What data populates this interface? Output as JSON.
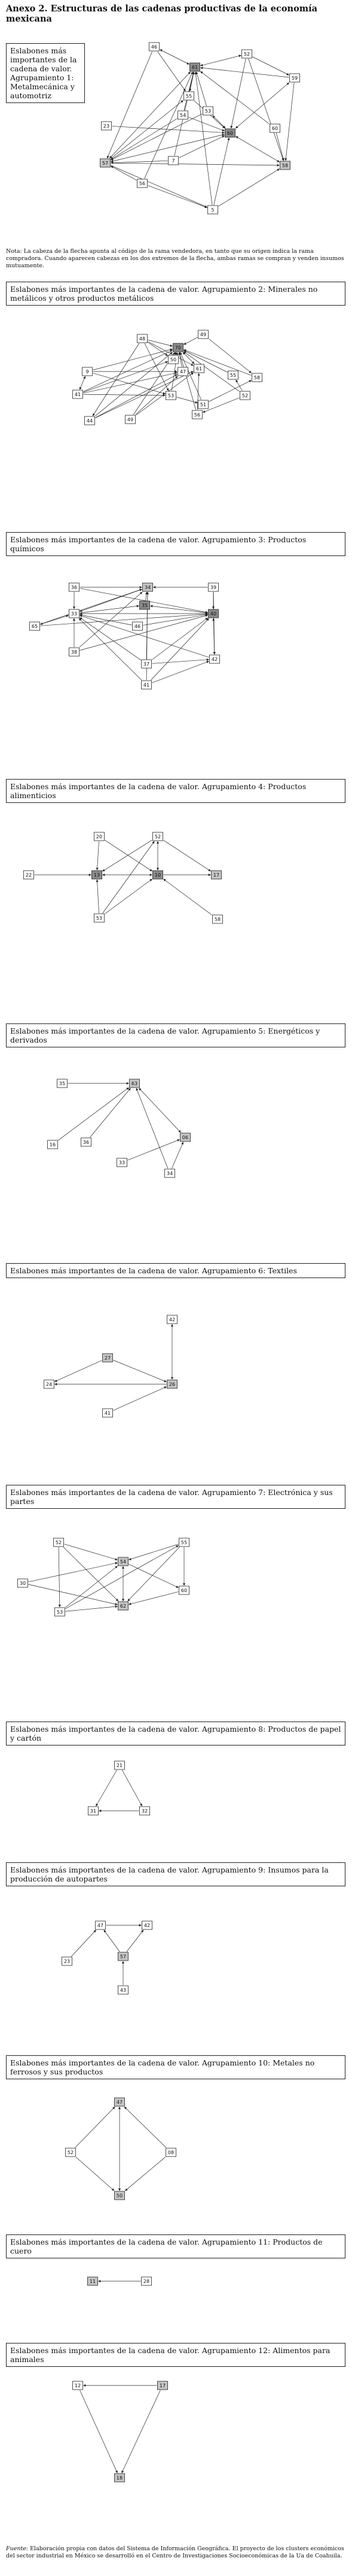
{
  "title": "Anexo 2. Estructuras de las cadenas productivas de la economía mexicana",
  "note": "Nota: La cabeza de la flecha apunta al código de la rama vendedora, en tanto que su origen indica la rama compradora. Cuando aparecen cabezas en los dos extremos de la flecha, ambas ramas se compran y venden insumos mutuamente.",
  "source_label": "Fuente:",
  "source": "Elaboración propia con datos del Sistema de Información Geográfica. El proyecto de los clusters económicos del sector industrial en México se desarrolló en el Centro de Investigaciones Socioeconómicas de la Ua de Coahuila.",
  "groups": [
    {
      "id": "g1",
      "label": "Eslabones más importantes de la cadena de valor. Agrupamiento 1: Metalmecánica y automotriz",
      "nodes": [
        {
          "id": "46",
          "label": "46",
          "shade": "white"
        },
        {
          "id": "61",
          "label": "61",
          "shade": "dark"
        },
        {
          "id": "52",
          "label": "52",
          "shade": "white"
        },
        {
          "id": "59",
          "label": "59",
          "shade": "white"
        },
        {
          "id": "55",
          "label": "55",
          "shade": "white"
        },
        {
          "id": "53",
          "label": "53",
          "shade": "white"
        },
        {
          "id": "54",
          "label": "54",
          "shade": "white"
        },
        {
          "id": "60",
          "label": "60",
          "shade": "white"
        },
        {
          "id": "23",
          "label": "23",
          "shade": "white"
        },
        {
          "id": "60b",
          "label": "60",
          "shade": "dark"
        },
        {
          "id": "57",
          "label": "57",
          "shade": "mid"
        },
        {
          "id": "7",
          "label": "7",
          "shade": "white"
        },
        {
          "id": "58",
          "label": "58",
          "shade": "mid"
        },
        {
          "id": "56",
          "label": "56",
          "shade": "white"
        },
        {
          "id": "5",
          "label": "5",
          "shade": "white"
        }
      ]
    },
    {
      "id": "g2",
      "label": "Eslabones más importantes de la cadena de valor. Agrupamiento 2: Minerales no metálicos y otros productos metálicos",
      "nodes": [
        {
          "id": "48",
          "label": "48",
          "shade": "white"
        },
        {
          "id": "49a",
          "label": "49",
          "shade": "white"
        },
        {
          "id": "50",
          "label": "50",
          "shade": "white"
        },
        {
          "id": "70",
          "label": "70",
          "shade": "dark"
        },
        {
          "id": "47",
          "label": "47",
          "shade": "white"
        },
        {
          "id": "61",
          "label": "61",
          "shade": "white"
        },
        {
          "id": "58",
          "label": "58",
          "shade": "white"
        },
        {
          "id": "55",
          "label": "55",
          "shade": "white"
        },
        {
          "id": "9",
          "label": "9",
          "shade": "white"
        },
        {
          "id": "41",
          "label": "41",
          "shade": "white"
        },
        {
          "id": "52",
          "label": "52",
          "shade": "white"
        },
        {
          "id": "44",
          "label": "44",
          "shade": "white"
        },
        {
          "id": "53",
          "label": "53",
          "shade": "white"
        },
        {
          "id": "49b",
          "label": "49",
          "shade": "white"
        },
        {
          "id": "51",
          "label": "51",
          "shade": "white"
        },
        {
          "id": "56",
          "label": "56",
          "shade": "white"
        }
      ]
    },
    {
      "id": "g3",
      "label": "Eslabones más importantes de la cadena de valor. Agrupamiento 3: Productos químicos",
      "nodes": [
        {
          "id": "36",
          "label": "36",
          "shade": "white"
        },
        {
          "id": "34",
          "label": "34",
          "shade": "mid"
        },
        {
          "id": "39",
          "label": "39",
          "shade": "white"
        },
        {
          "id": "33",
          "label": "33",
          "shade": "white"
        },
        {
          "id": "35",
          "label": "35",
          "shade": "dark"
        },
        {
          "id": "40",
          "label": "40",
          "shade": "dark"
        },
        {
          "id": "65",
          "label": "65",
          "shade": "white"
        },
        {
          "id": "46",
          "label": "46",
          "shade": "white"
        },
        {
          "id": "38",
          "label": "38",
          "shade": "white"
        },
        {
          "id": "37",
          "label": "37",
          "shade": "white"
        },
        {
          "id": "42",
          "label": "42",
          "shade": "white"
        },
        {
          "id": "41",
          "label": "41",
          "shade": "white"
        }
      ]
    },
    {
      "id": "g4",
      "label": "Eslabones más importantes de la cadena de valor. Agrupamiento 4: Productos alimenticios",
      "nodes": [
        {
          "id": "20",
          "label": "20",
          "shade": "white"
        },
        {
          "id": "52",
          "label": "52",
          "shade": "white"
        },
        {
          "id": "22",
          "label": "22",
          "shade": "white"
        },
        {
          "id": "13",
          "label": "13",
          "shade": "dark"
        },
        {
          "id": "10",
          "label": "10",
          "shade": "dark"
        },
        {
          "id": "17",
          "label": "17",
          "shade": "mid"
        },
        {
          "id": "53",
          "label": "53",
          "shade": "white"
        },
        {
          "id": "58",
          "label": "58",
          "shade": "white"
        }
      ]
    },
    {
      "id": "g5",
      "label": "Eslabones más importantes de la cadena de valor. Agrupamiento 5: Energéticos y derivados",
      "nodes": [
        {
          "id": "35",
          "label": "35",
          "shade": "white"
        },
        {
          "id": "63",
          "label": "63",
          "shade": "mid"
        },
        {
          "id": "16",
          "label": "16",
          "shade": "white"
        },
        {
          "id": "36",
          "label": "36",
          "shade": "white"
        },
        {
          "id": "06",
          "label": "06",
          "shade": "mid"
        },
        {
          "id": "33",
          "label": "33",
          "shade": "white"
        },
        {
          "id": "34",
          "label": "34",
          "shade": "white"
        }
      ]
    },
    {
      "id": "g6",
      "label": "Eslabones más importantes de la cadena de valor. Agrupamiento 6: Textiles",
      "nodes": [
        {
          "id": "42",
          "label": "42",
          "shade": "white"
        },
        {
          "id": "27",
          "label": "27",
          "shade": "mid"
        },
        {
          "id": "24",
          "label": "24",
          "shade": "white"
        },
        {
          "id": "26",
          "label": "26",
          "shade": "mid"
        },
        {
          "id": "41",
          "label": "41",
          "shade": "white"
        }
      ]
    },
    {
      "id": "g7",
      "label": "Eslabones más importantes de la cadena de valor. Agrupamiento 7: Electrónica y sus partes",
      "nodes": [
        {
          "id": "52",
          "label": "52",
          "shade": "white"
        },
        {
          "id": "55",
          "label": "55",
          "shade": "white"
        },
        {
          "id": "54",
          "label": "54",
          "shade": "mid"
        },
        {
          "id": "30",
          "label": "30",
          "shade": "white"
        },
        {
          "id": "60",
          "label": "60",
          "shade": "white"
        },
        {
          "id": "53",
          "label": "53",
          "shade": "white"
        },
        {
          "id": "62",
          "label": "62",
          "shade": "mid"
        }
      ]
    },
    {
      "id": "g8",
      "label": "Eslabones más importantes de la cadena de valor. Agrupamiento 8: Productos de papel y cartón",
      "nodes": [
        {
          "id": "21",
          "label": "21",
          "shade": "white"
        },
        {
          "id": "31",
          "label": "31",
          "shade": "white"
        },
        {
          "id": "32",
          "label": "32",
          "shade": "white"
        }
      ]
    },
    {
      "id": "g9",
      "label": "Eslabones más importantes de la cadena de valor. Agrupamiento 9: Insumos para la producción de autopartes",
      "nodes": [
        {
          "id": "47",
          "label": "47",
          "shade": "white"
        },
        {
          "id": "42",
          "label": "42",
          "shade": "white"
        },
        {
          "id": "23",
          "label": "23",
          "shade": "white"
        },
        {
          "id": "57",
          "label": "57",
          "shade": "mid"
        },
        {
          "id": "43",
          "label": "43",
          "shade": "white"
        }
      ]
    },
    {
      "id": "g10",
      "label": "Eslabones más importantes de la cadena de valor. Agrupamiento 10: Metales no ferrosos y sus productos",
      "nodes": [
        {
          "id": "47",
          "label": "47",
          "shade": "mid"
        },
        {
          "id": "52",
          "label": "52",
          "shade": "white"
        },
        {
          "id": "08",
          "label": "08",
          "shade": "white"
        },
        {
          "id": "50",
          "label": "50",
          "shade": "mid"
        }
      ]
    },
    {
      "id": "g11",
      "label": "Eslabones más importantes de la cadena de valor. Agrupamiento 11: Productos de cuero",
      "nodes": [
        {
          "id": "11",
          "label": "11",
          "shade": "mid"
        },
        {
          "id": "28",
          "label": "28",
          "shade": "white"
        }
      ]
    },
    {
      "id": "g12",
      "label": "Eslabones más importantes de la cadena de valor. Agrupamiento 12: Alimentos para animales",
      "nodes": [
        {
          "id": "12",
          "label": "12",
          "shade": "white"
        },
        {
          "id": "17",
          "label": "17",
          "shade": "mid"
        },
        {
          "id": "18",
          "label": "18",
          "shade": "mid"
        }
      ]
    }
  ],
  "colors": {
    "dark": "#8a8a8a",
    "mid": "#c4c4c4",
    "white": "#ffffff",
    "line": "#222222"
  }
}
